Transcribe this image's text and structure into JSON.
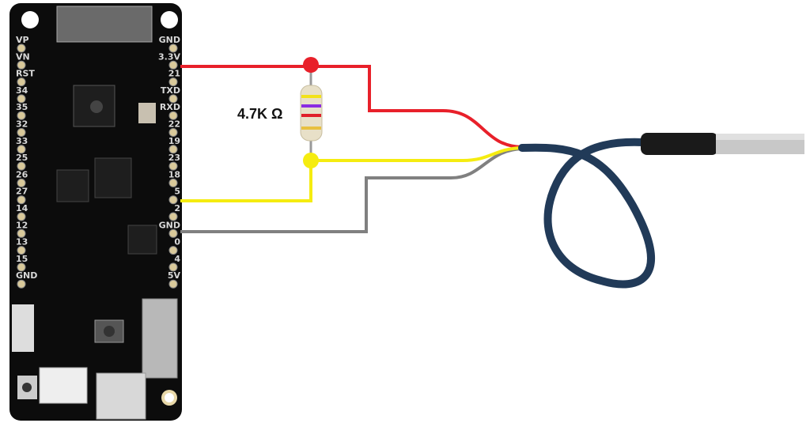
{
  "board": {
    "left_pins": [
      "VP",
      "VN",
      "RST",
      "34",
      "35",
      "32",
      "33",
      "25",
      "26",
      "27",
      "14",
      "12",
      "13",
      "15",
      "GND"
    ],
    "right_pins": [
      "GND",
      "3.3V",
      "21",
      "TXD",
      "RXD",
      "22",
      "19",
      "23",
      "18",
      "5",
      "2",
      "GND",
      "0",
      "4",
      "5V"
    ]
  },
  "resistor": {
    "label": "4.7K Ω",
    "bands": [
      "#f2e21a",
      "#8a2be2",
      "#e0202a",
      "#e8c040"
    ]
  },
  "wires": {
    "vcc_color": "#e8202a",
    "data_color": "#f5ec10",
    "gnd_color": "#808080",
    "cable_color": "#213a58"
  }
}
